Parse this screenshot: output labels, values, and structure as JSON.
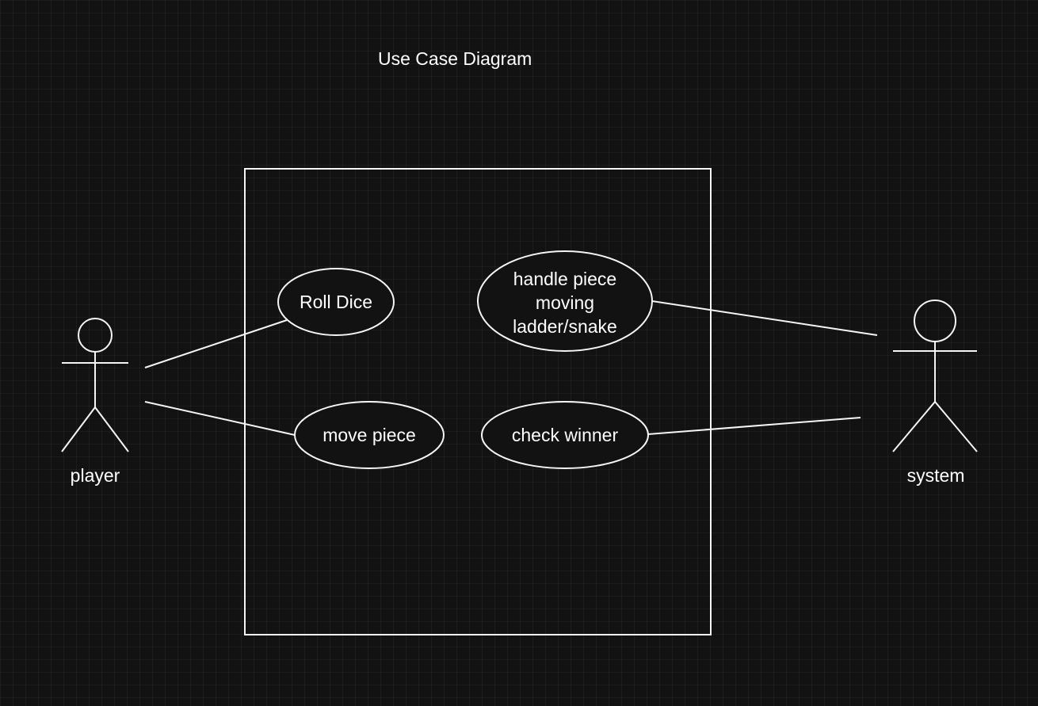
{
  "diagram": {
    "title": "Use Case Diagram",
    "actors": {
      "player": "player",
      "system": "system"
    },
    "use_cases": {
      "roll_dice": [
        "Roll Dice"
      ],
      "move_piece": [
        "move piece"
      ],
      "handle_piece": [
        "handle piece",
        "moving",
        "ladder/snake"
      ],
      "check_winner": [
        "check winner"
      ]
    },
    "stroke_color": "#f5f5f5",
    "background_color": "#121212"
  }
}
